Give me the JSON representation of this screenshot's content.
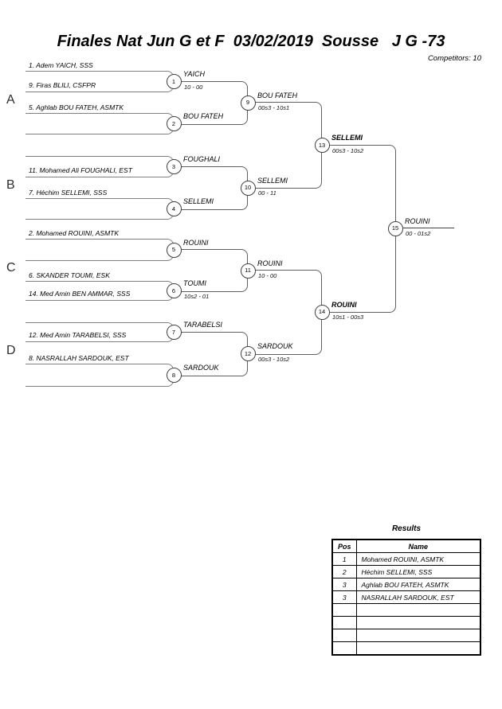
{
  "header": {
    "title": "Finales Nat Jun G et F  03/02/2019  Sousse   J G -73",
    "competitors": "Competitors: 10"
  },
  "sections": [
    "A",
    "B",
    "C",
    "D"
  ],
  "bracket": {
    "seeds": [
      "1. Adem YAICH, SSS",
      "9. Firas BLILI, CSFPR",
      "5. Aghlab BOU FATEH, ASMTK",
      "",
      "",
      "11. Mohamed Ali FOUGHALI, EST",
      "7. Héchim SELLEMI, SSS",
      "",
      "2. Mohamed ROUINI, ASMTK",
      "",
      "6. SKANDER TOUMI, ESK",
      "14. Med Amin BEN AMMAR, SSS",
      "",
      "12. Med Amin TARABELSI, SSS",
      "8. NASRALLAH SARDOUK, EST",
      ""
    ],
    "matches": [
      {
        "n": "1",
        "winner": "YAICH",
        "score": "10 - 00"
      },
      {
        "n": "2",
        "winner": "BOU FATEH",
        "score": ""
      },
      {
        "n": "3",
        "winner": "FOUGHALI",
        "score": ""
      },
      {
        "n": "4",
        "winner": "SELLEMI",
        "score": ""
      },
      {
        "n": "5",
        "winner": "ROUINI",
        "score": ""
      },
      {
        "n": "6",
        "winner": "TOUMI",
        "score": "10s2 - 01"
      },
      {
        "n": "7",
        "winner": "TARABELSI",
        "score": ""
      },
      {
        "n": "8",
        "winner": "SARDOUK",
        "score": ""
      },
      {
        "n": "9",
        "winner": "BOU FATEH",
        "score": "00s3 - 10s1"
      },
      {
        "n": "10",
        "winner": "SELLEMI",
        "score": "00 - 11"
      },
      {
        "n": "11",
        "winner": "ROUINI",
        "score": "10 - 00"
      },
      {
        "n": "12",
        "winner": "SARDOUK",
        "score": "00s3 - 10s2"
      },
      {
        "n": "13",
        "winner": "SELLEMI",
        "score": "00s3 - 10s2"
      },
      {
        "n": "14",
        "winner": "ROUINI",
        "score": "10s1 - 00s3"
      },
      {
        "n": "15",
        "winner": "ROUINI",
        "score": "00 - 01s2"
      }
    ]
  },
  "results": {
    "title": "Results",
    "columns": [
      "Pos",
      "Name"
    ],
    "rows": [
      {
        "pos": "1",
        "name": "Mohamed ROUINI, ASMTK"
      },
      {
        "pos": "2",
        "name": "Héchim SELLEMI, SSS"
      },
      {
        "pos": "3",
        "name": "Aghlab BOU FATEH, ASMTK"
      },
      {
        "pos": "3",
        "name": "NASRALLAH SARDOUK, EST"
      },
      {
        "pos": "",
        "name": ""
      },
      {
        "pos": "",
        "name": ""
      },
      {
        "pos": "",
        "name": ""
      },
      {
        "pos": "",
        "name": ""
      }
    ]
  }
}
